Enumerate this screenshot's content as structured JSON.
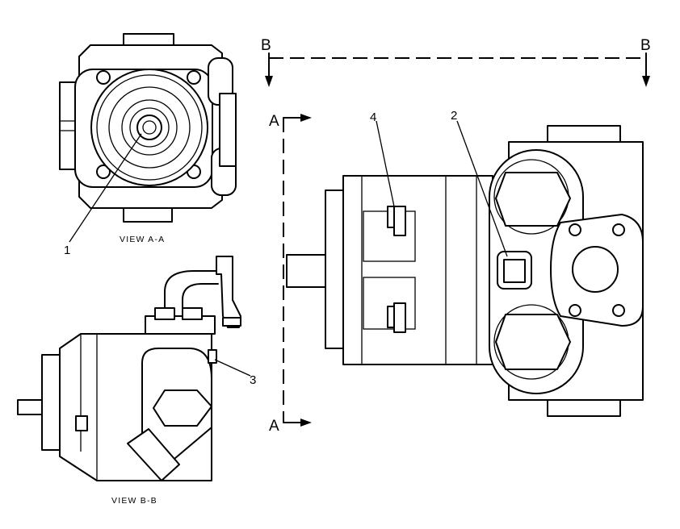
{
  "labels": {
    "section_b_left": "B",
    "section_b_right": "B",
    "section_a_top": "A",
    "section_a_bottom": "A",
    "view_aa": "VIEW A-A",
    "view_bb": "VIEW B-B",
    "callout_1": "1",
    "callout_2": "2",
    "callout_3": "3",
    "callout_4": "4"
  }
}
